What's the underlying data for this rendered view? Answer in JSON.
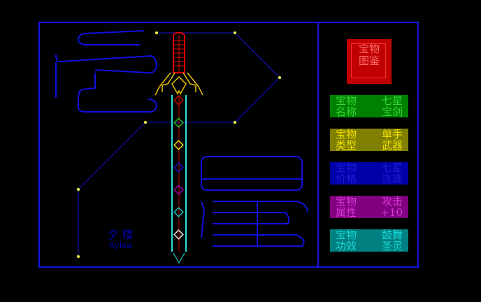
{
  "seal": {
    "text": "宝物\n图鉴",
    "bg": "#c00000"
  },
  "info_boxes": [
    {
      "key": "宝物\n名称",
      "value": "七星\n宝剑",
      "bg": "#008000",
      "fg": "#33d633"
    },
    {
      "key": "宝物\n类型",
      "value": "单手\n武器",
      "bg": "#808000",
      "fg": "#f0e000"
    },
    {
      "key": "宝物\n价格",
      "value": "七星\n连珠",
      "bg": "#0000a8",
      "fg": "#1c1cd8"
    },
    {
      "key": "宝物\n属性",
      "value": "攻击\n+10",
      "bg": "#800080",
      "fg": "#d838d8"
    },
    {
      "key": "宝物\n功效",
      "value": "鼓舞\n圣灵",
      "bg": "#008080",
      "fg": "#1cd8d8"
    }
  ],
  "signature": {
    "cn": "夕 楼",
    "en": "Sylea"
  },
  "colors": {
    "frame": "#1414e6",
    "background": "#000000"
  }
}
